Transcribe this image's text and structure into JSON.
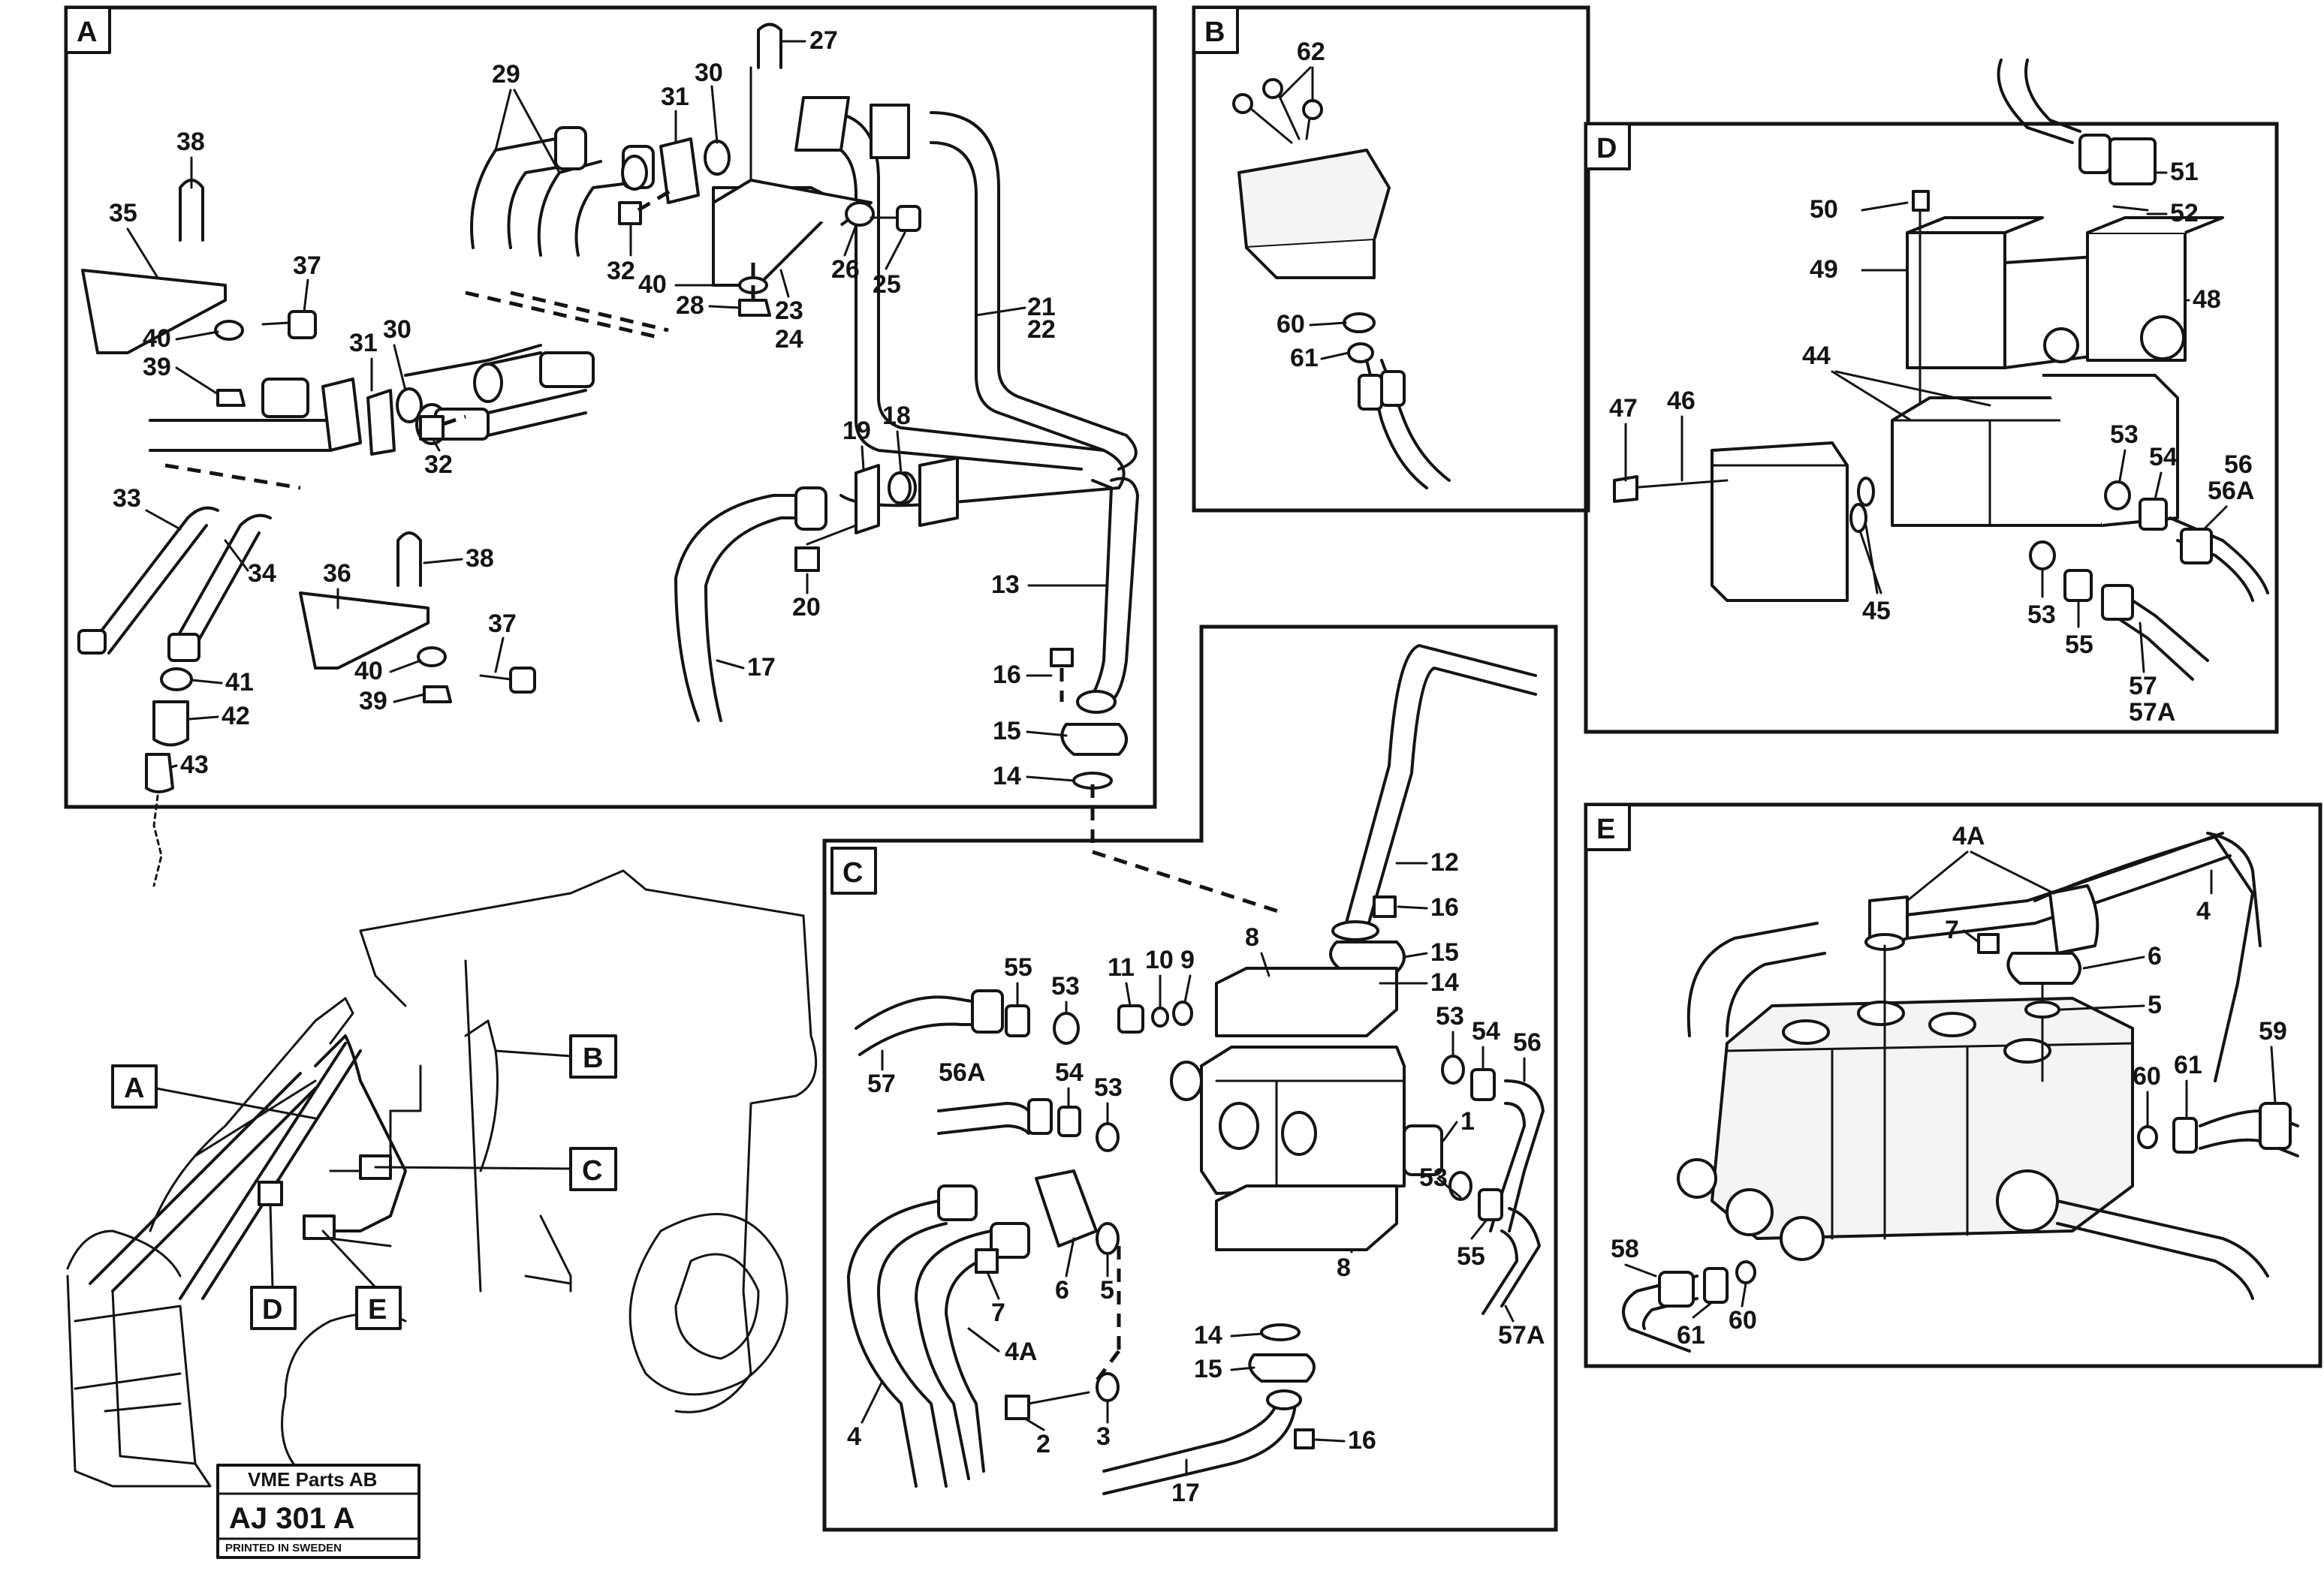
{
  "sections": {
    "a": "A",
    "b": "B",
    "c": "C",
    "d": "D",
    "e": "E"
  },
  "locator": {
    "a": "A",
    "b": "B",
    "c": "C",
    "d": "D",
    "e": "E"
  },
  "title_block": {
    "company": "VME Parts AB",
    "code": "AJ 301 A",
    "note": "PRINTED IN SWEDEN"
  },
  "callouts": {
    "a": [
      "27",
      "29",
      "30",
      "31",
      "38",
      "35",
      "37",
      "40",
      "39",
      "31",
      "30",
      "32",
      "32",
      "40",
      "28",
      "23",
      "24",
      "26",
      "25",
      "21",
      "22",
      "19",
      "18",
      "33",
      "34",
      "36",
      "38",
      "37",
      "40",
      "39",
      "41",
      "42",
      "43",
      "20",
      "13",
      "17",
      "16",
      "15",
      "14"
    ],
    "b": [
      "62",
      "60",
      "61"
    ],
    "d": [
      "51",
      "52",
      "50",
      "49",
      "48",
      "44",
      "47",
      "46",
      "53",
      "54",
      "56",
      "56A",
      "45",
      "53",
      "55",
      "57",
      "57A"
    ],
    "c": [
      "12",
      "16",
      "15",
      "14",
      "8",
      "11",
      "10",
      "9",
      "55",
      "53",
      "57",
      "56A",
      "54",
      "53",
      "53",
      "54",
      "56",
      "1",
      "7",
      "6",
      "5",
      "4A",
      "53",
      "55",
      "8",
      "57A",
      "14",
      "15",
      "2",
      "3",
      "4",
      "16",
      "17"
    ],
    "e": [
      "4A",
      "4",
      "7",
      "6",
      "5",
      "59",
      "60",
      "61",
      "58",
      "61",
      "60"
    ]
  }
}
